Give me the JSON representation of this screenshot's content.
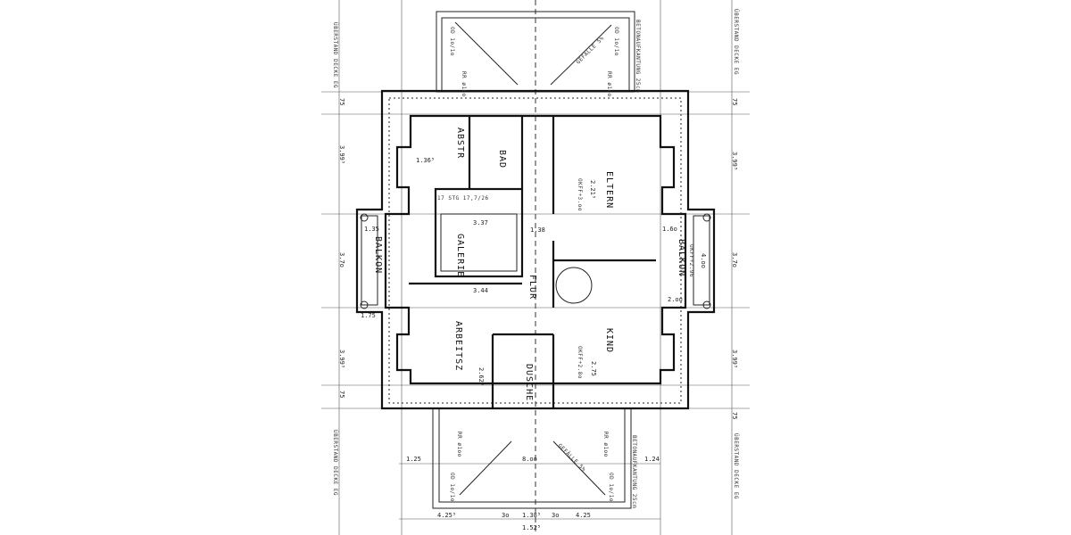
{
  "rooms": {
    "abstr": "ABSTR",
    "bad": "BAD",
    "eltern": "ELTERN",
    "galerie": "GALERIE",
    "flur": "FLUR",
    "balkon_left": "BALKON",
    "balkon_right": "BALKON",
    "arbeitsz": "ARBEITSZ",
    "kind": "KIND",
    "dusche": "DUSCHE"
  },
  "annotations": {
    "ueberstand_top_left": "ÜBERSTAND DECKE EG",
    "ueberstand_top_right": "ÜBERSTAND DECKE EG",
    "ueberstand_bottom_left": "ÜBERSTAND DECKE EG",
    "ueberstand_bottom_right": "ÜBERSTAND DECKE EG",
    "betonaufkantung_top": "BETONAUFKANTUNG 25cm",
    "betonaufkantung_bottom": "BETONAUFKANTUNG 25cm",
    "gefaelle_top": "GEFÄLLE 5%",
    "gefaelle_bottom": "GEFÄLLE 5%",
    "rr_top_left": "RR ø1oo",
    "rr_top_right": "RR ø1oo",
    "rr_bottom_left": "RR ø1oo",
    "rr_bottom_right": "RR ø1oo",
    "ok_top_left": "OD 1o/1o",
    "ok_top_right": "OD 1o/1o",
    "ok_bottom_left": "OD 1o/1o",
    "ok_bottom_right": "OD 1o/1o",
    "stair": "17 STG 17,7/26",
    "okff_eltern": "OKFF+3.oo",
    "okff_kind": "OKFF+2.8o",
    "okff_balkon": "OKFF+2.96"
  },
  "dimensions": {
    "left_75_top": "75",
    "left_399_top": "3.99⁵",
    "left_370": "3.7o",
    "left_399_bottom": "3.99⁵",
    "left_75_bottom": "75",
    "right_75_top": "75",
    "right_399_top": "3.99⁵",
    "right_370": "3.7o",
    "right_399_bottom": "3.99⁵",
    "right_75_bottom": "75",
    "bottom_125": "1.25",
    "bottom_124": "1.24",
    "bottom_800": "8.oo",
    "bottom_425_left": "4.25⁵",
    "bottom_138": "1.38⁵",
    "bottom_30_left": "3o",
    "bottom_30_right": "3o",
    "bottom_425_right": "4.25",
    "bottom_152": "1.52⁵",
    "galerie_337": "3.37",
    "galerie_344": "3.44",
    "flur_138": "1.38",
    "balkon_135": "1.35",
    "balkon_175": "1.75",
    "balkon_160": "1.6o",
    "balkon_400": "4.oo",
    "balkon_200": "2.oo",
    "abstr_136": "1.36⁵",
    "eltern_221": "2.21⁵",
    "kind_275": "2.75",
    "arbeitsz_262": "2.62⁵"
  }
}
